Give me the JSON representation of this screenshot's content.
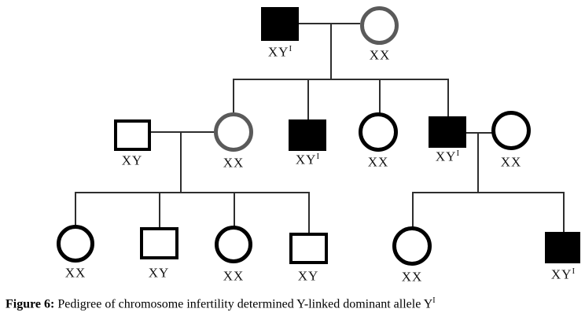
{
  "figure": {
    "caption_label": "Figure 6:",
    "caption_text": " Pedigree of chromosome infertility determined Y-linked dominant allele Y",
    "caption_superscript": "I"
  },
  "colors": {
    "affected_fill": "#000000",
    "unaffected_outline": "#000000",
    "gray_outline": "#5a5a5a",
    "connector_line": "#2e2e2e"
  },
  "pedigree": {
    "generations": 3,
    "individuals": [
      {
        "id": "I-1",
        "generation": 1,
        "sex": "male",
        "shape": "square",
        "affected": true,
        "genotype": "XY",
        "genotype_sup": "I"
      },
      {
        "id": "I-2",
        "generation": 1,
        "sex": "female",
        "shape": "circle",
        "affected": false,
        "genotype": "XX",
        "genotype_sup": ""
      },
      {
        "id": "II-1",
        "generation": 2,
        "sex": "male",
        "shape": "square",
        "affected": false,
        "genotype": "XY",
        "genotype_sup": ""
      },
      {
        "id": "II-2",
        "generation": 2,
        "sex": "female",
        "shape": "circle",
        "affected": false,
        "genotype": "XX",
        "genotype_sup": ""
      },
      {
        "id": "II-3",
        "generation": 2,
        "sex": "male",
        "shape": "square",
        "affected": true,
        "genotype": "XY",
        "genotype_sup": "I"
      },
      {
        "id": "II-4",
        "generation": 2,
        "sex": "female",
        "shape": "circle",
        "affected": false,
        "genotype": "XX",
        "genotype_sup": ""
      },
      {
        "id": "II-5",
        "generation": 2,
        "sex": "male",
        "shape": "square",
        "affected": true,
        "genotype": "XY",
        "genotype_sup": "I"
      },
      {
        "id": "II-6",
        "generation": 2,
        "sex": "female",
        "shape": "circle",
        "affected": false,
        "genotype": "XX",
        "genotype_sup": ""
      },
      {
        "id": "III-1",
        "generation": 3,
        "sex": "female",
        "shape": "circle",
        "affected": false,
        "genotype": "XX",
        "genotype_sup": ""
      },
      {
        "id": "III-2",
        "generation": 3,
        "sex": "male",
        "shape": "square",
        "affected": false,
        "genotype": "XY",
        "genotype_sup": ""
      },
      {
        "id": "III-3",
        "generation": 3,
        "sex": "female",
        "shape": "circle",
        "affected": false,
        "genotype": "XX",
        "genotype_sup": ""
      },
      {
        "id": "III-4",
        "generation": 3,
        "sex": "male",
        "shape": "square",
        "affected": false,
        "genotype": "XY",
        "genotype_sup": ""
      },
      {
        "id": "III-5",
        "generation": 3,
        "sex": "female",
        "shape": "circle",
        "affected": false,
        "genotype": "XX",
        "genotype_sup": ""
      },
      {
        "id": "III-6",
        "generation": 3,
        "sex": "male",
        "shape": "square",
        "affected": true,
        "genotype": "XY",
        "genotype_sup": "I"
      }
    ]
  }
}
